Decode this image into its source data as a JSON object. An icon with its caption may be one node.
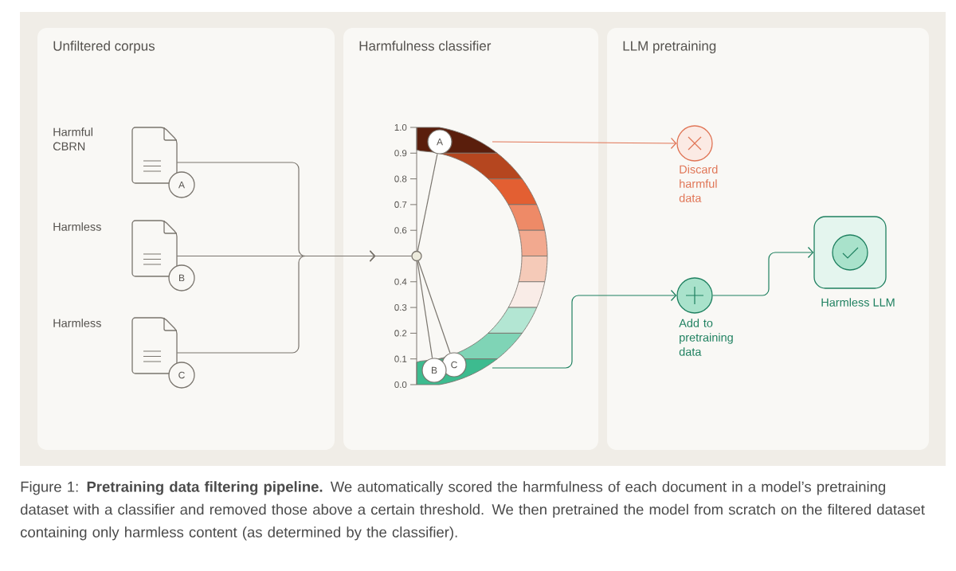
{
  "diagram": {
    "caption": "Figure 1: **Pretraining data filtering pipeline.** We automatically scored the harmfulness of each document in a model’s pretraining dataset with a classifier and removed those above a certain threshold. We then pretrained the model from scratch on the filtered dataset containing only harmless content (as determined by the classifier).",
    "nodes": [
      {
        "text": [
          "Unfiltered corpus"
        ]
      },
      {
        "text": [
          "Harmfulness classifier"
        ]
      },
      {
        "text": [
          "LLM pretraining"
        ]
      },
      {
        "text": [
          "A"
        ],
        "in": 0,
        "beside": [
          "Harmful CBRN"
        ]
      },
      {
        "text": [
          "B"
        ],
        "in": 0,
        "beside": [
          "Harmless"
        ]
      },
      {
        "text": [
          "C"
        ],
        "in": 0,
        "beside": [
          "Harmless"
        ]
      },
      {
        "text": [],
        "shape": "circle",
        "in": 1
      },
      {
        "text": [
          "A"
        ],
        "in": 1
      },
      {
        "text": [
          "B"
        ],
        "in": 1
      },
      {
        "text": [
          "C"
        ],
        "in": 1
      },
      {
        "text": [],
        "shape": "circle",
        "in": 2,
        "beside": [
          "Discard harmful data"
        ]
      },
      {
        "text": [],
        "shape": "circle",
        "in": 2,
        "beside": [
          "Add to pretraining data"
        ]
      },
      {
        "text": [],
        "shape": "box",
        "in": 2,
        "beside": [
          "Harmless LLM"
        ]
      }
    ],
    "edges": [
      {
        "from": 3,
        "to": 6,
        "arrow": "to"
      },
      {
        "from": 4,
        "to": 6,
        "arrow": "to"
      },
      {
        "from": 5,
        "to": 6,
        "arrow": "to"
      },
      {
        "from": 6,
        "to": 7,
        "arrow": "none"
      },
      {
        "from": 6,
        "to": 8,
        "arrow": "none"
      },
      {
        "from": 6,
        "to": 9,
        "arrow": "none"
      },
      {
        "from": null,
        "to": 10,
        "arrow": "to",
        "color": "#e07556"
      },
      {
        "from": null,
        "to": 11,
        "arrow": "to",
        "color": "#1f8060"
      },
      {
        "from": 11,
        "to": 12,
        "arrow": "to",
        "color": "#1f8060"
      }
    ],
    "labels": [
      "1.0",
      "0.9",
      "0.8",
      "0.7",
      "0.6",
      "0.4",
      "0.3",
      "0.2",
      "0.1",
      "0.0"
    ]
  }
}
